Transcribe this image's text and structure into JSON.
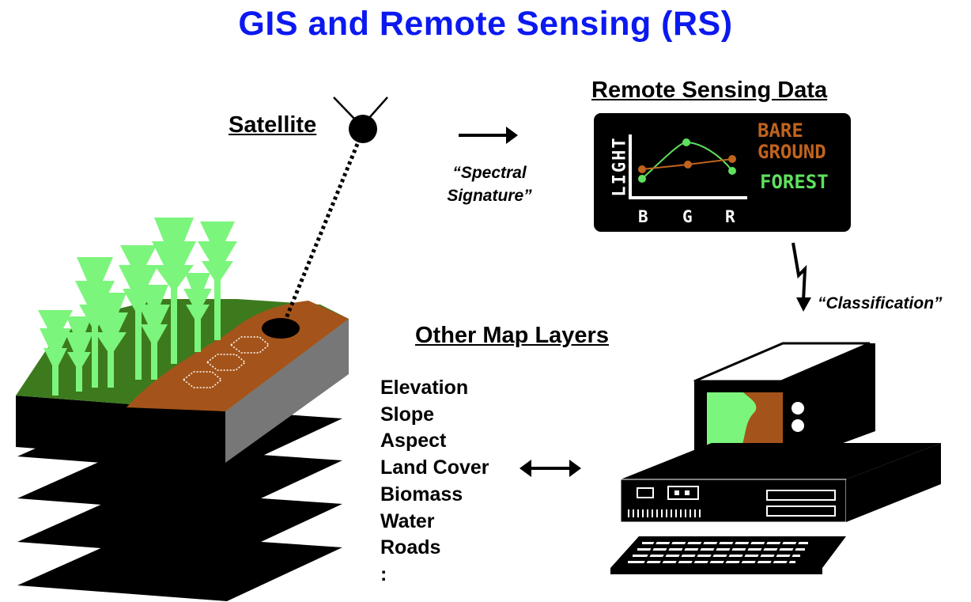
{
  "title": "GIS and Remote Sensing (RS)",
  "satellite_label": "Satellite",
  "spectral_quote": "“Spectral Signature”",
  "rs_data": {
    "title": "Remote Sensing Data",
    "y_label": "LIGHT",
    "x_ticks": [
      "B",
      "G",
      "R"
    ],
    "legend_bare": [
      "BARE",
      "GROUND"
    ],
    "legend_forest": "FOREST",
    "bare_color": "#c0631d",
    "forest_color": "#5fe05f"
  },
  "classification_quote": "“Classification”",
  "other_layers": {
    "title": "Other Map Layers",
    "items": [
      "Elevation",
      "Slope",
      "Aspect",
      "Land Cover",
      "Biomass",
      "Water",
      "Roads",
      ":"
    ]
  },
  "colors": {
    "title": "#0b19f0",
    "grass": "#3d7a1e",
    "soil": "#a4541a",
    "tree": "#7cf57c"
  },
  "icons": [
    "satellite-icon",
    "arrow-right-icon",
    "lightning-arrow-icon",
    "double-arrow-icon",
    "computer-icon",
    "terrain-block-icon"
  ]
}
